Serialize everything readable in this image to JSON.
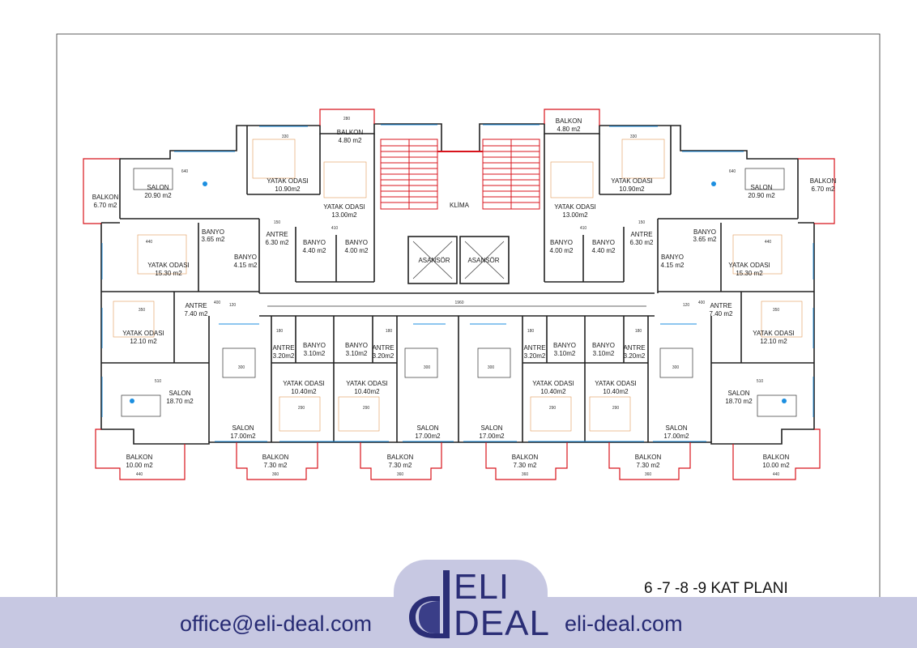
{
  "plan": {
    "title": "6 -7 -8 -9 KAT PLANI",
    "rooms": {
      "balkon_top_left": {
        "name": "BALKON",
        "area": "4.80 m2"
      },
      "balkon_top_right": {
        "name": "BALKON",
        "area": "4.80 m2"
      },
      "yatak_top_left": {
        "name": "YATAK ODASI",
        "area": "10.90m2"
      },
      "yatak_top_right": {
        "name": "YATAK ODASI",
        "area": "10.90m2"
      },
      "yatak_13_left": {
        "name": "YATAK ODASI",
        "area": "13.00m2"
      },
      "yatak_13_right": {
        "name": "YATAK ODASI",
        "area": "13.00m2"
      },
      "salon_top_left": {
        "name": "SALON",
        "area": "20.90 m2"
      },
      "salon_top_right": {
        "name": "SALON",
        "area": "20.90 m2"
      },
      "balkon_side_left": {
        "name": "BALKON",
        "area": "6.70 m2"
      },
      "balkon_side_right": {
        "name": "BALKON",
        "area": "6.70 m2"
      },
      "klima": {
        "name": "KLİMA"
      },
      "asansor_left": {
        "name": "ASANSÖR"
      },
      "asansor_right": {
        "name": "ASANSÖR"
      },
      "banyo_365_left": {
        "name": "BANYO",
        "area": "3.65 m2"
      },
      "banyo_365_right": {
        "name": "BANYO",
        "area": "3.65 m2"
      },
      "banyo_415_left": {
        "name": "BANYO",
        "area": "4.15 m2"
      },
      "banyo_415_right": {
        "name": "BANYO",
        "area": "4.15 m2"
      },
      "banyo_440_left": {
        "name": "BANYO",
        "area": "4.40 m2"
      },
      "banyo_440_right": {
        "name": "BANYO",
        "area": "4.40 m2"
      },
      "banyo_400_left": {
        "name": "BANYO",
        "area": "4.00 m2"
      },
      "banyo_400_right": {
        "name": "BANYO",
        "area": "4.00 m2"
      },
      "antre_630_left": {
        "name": "ANTRE",
        "area": "6.30 m2"
      },
      "antre_630_right": {
        "name": "ANTRE",
        "area": "6.30 m2"
      },
      "yatak_153_left": {
        "name": "YATAK ODASI",
        "area": "15.30 m2"
      },
      "yatak_153_right": {
        "name": "YATAK ODASI",
        "area": "15.30 m2"
      },
      "antre_740_left": {
        "name": "ANTRE",
        "area": "7.40 m2"
      },
      "antre_740_right": {
        "name": "ANTRE",
        "area": "7.40 m2"
      },
      "yatak_121_left": {
        "name": "YATAK ODASI",
        "area": "12.10 m2"
      },
      "yatak_121_right": {
        "name": "YATAK ODASI",
        "area": "12.10 m2"
      },
      "salon_187_left": {
        "name": "SALON",
        "area": "18.70 m2"
      },
      "salon_187_right": {
        "name": "SALON",
        "area": "18.70 m2"
      },
      "antre_320_a": {
        "name": "ANTRE",
        "area": "3.20m2"
      },
      "antre_320_b": {
        "name": "ANTRE",
        "area": "3.20m2"
      },
      "antre_320_c": {
        "name": "ANTRE",
        "area": "3.20m2"
      },
      "antre_320_d": {
        "name": "ANTRE",
        "area": "3.20m2"
      },
      "banyo_310_a": {
        "name": "BANYO",
        "area": "3.10m2"
      },
      "banyo_310_b": {
        "name": "BANYO",
        "area": "3.10m2"
      },
      "banyo_310_c": {
        "name": "BANYO",
        "area": "3.10m2"
      },
      "banyo_310_d": {
        "name": "BANYO",
        "area": "3.10m2"
      },
      "yatak_104_a": {
        "name": "YATAK ODASI",
        "area": "10.40m2"
      },
      "yatak_104_b": {
        "name": "YATAK ODASI",
        "area": "10.40m2"
      },
      "yatak_104_c": {
        "name": "YATAK ODASI",
        "area": "10.40m2"
      },
      "yatak_104_d": {
        "name": "YATAK ODASI",
        "area": "10.40m2"
      },
      "salon_17_a": {
        "name": "SALON",
        "area": "17.00m2"
      },
      "salon_17_b": {
        "name": "SALON",
        "area": "17.00m2"
      },
      "salon_17_c": {
        "name": "SALON",
        "area": "17.00m2"
      },
      "salon_17_d": {
        "name": "SALON",
        "area": "17.00m2"
      },
      "balkon_10_left": {
        "name": "BALKON",
        "area": "10.00 m2"
      },
      "balkon_10_right": {
        "name": "BALKON",
        "area": "10.00 m2"
      },
      "balkon_73_a": {
        "name": "BALKON",
        "area": "7.30 m2"
      },
      "balkon_73_b": {
        "name": "BALKON",
        "area": "7.30 m2"
      },
      "balkon_73_c": {
        "name": "BALKON",
        "area": "7.30 m2"
      },
      "balkon_73_d": {
        "name": "BALKON",
        "area": "7.30 m2"
      }
    },
    "dims": {
      "d280": "280",
      "d330": "330",
      "d640": "640",
      "d440": "440",
      "d150": "150",
      "d400": "400",
      "d1960": "1960",
      "d510": "510",
      "d300": "300",
      "d290": "290",
      "d360": "360",
      "d180": "180",
      "d410": "410",
      "d350": "350",
      "d120": "120"
    }
  },
  "footer": {
    "email": "office@eli-deal.com",
    "website": "eli-deal.com",
    "logo_top": "ELI",
    "logo_bottom": "DEAL"
  },
  "colors": {
    "footer_bg": "#c7c8e2",
    "brand": "#2b2e76",
    "stair": "#d8141c",
    "glazing": "#1c8fe0"
  }
}
